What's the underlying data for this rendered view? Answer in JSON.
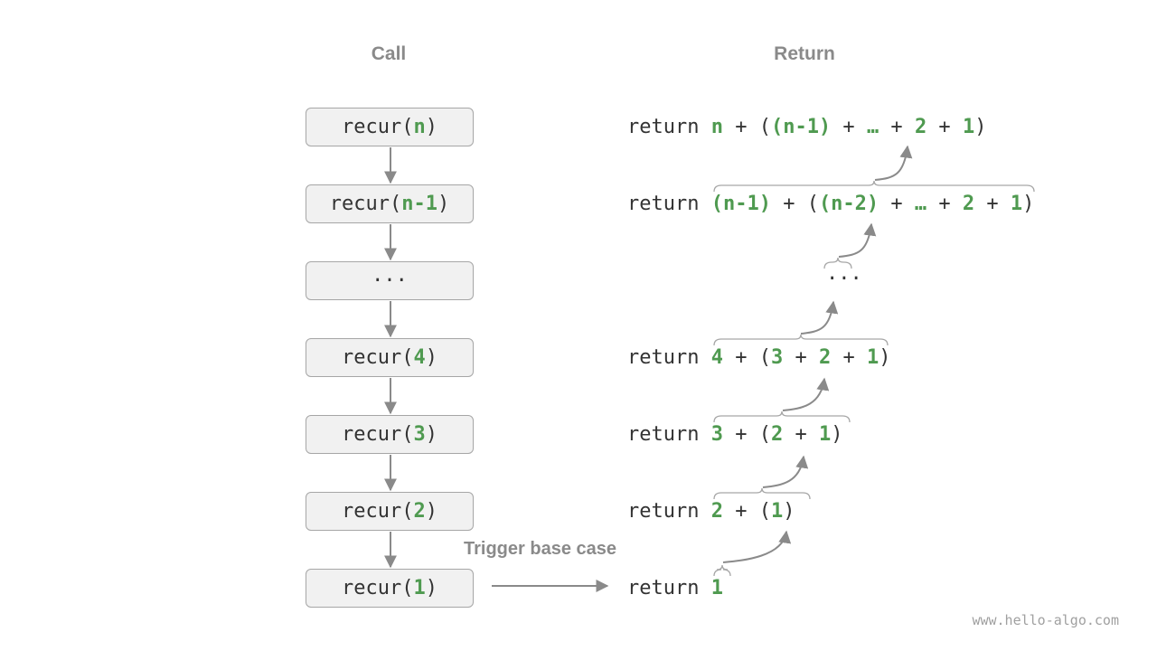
{
  "headings": {
    "call": "Call",
    "return": "Return"
  },
  "call_stack": [
    {
      "prefix": "recur(",
      "arg": "n",
      "suffix": ")"
    },
    {
      "prefix": "recur(",
      "arg": "n-1",
      "suffix": ")"
    },
    {
      "prefix": "",
      "arg": "",
      "suffix": "···"
    },
    {
      "prefix": "recur(",
      "arg": "4",
      "suffix": ")"
    },
    {
      "prefix": "recur(",
      "arg": "3",
      "suffix": ")"
    },
    {
      "prefix": "recur(",
      "arg": "2",
      "suffix": ")"
    },
    {
      "prefix": "recur(",
      "arg": "1",
      "suffix": ")"
    }
  ],
  "return_lines": [
    [
      {
        "t": "return ",
        "hl": false
      },
      {
        "t": "n",
        "hl": true
      },
      {
        "t": " + (",
        "hl": false
      },
      {
        "t": "(n-1)",
        "hl": true
      },
      {
        "t": " + ",
        "hl": false
      },
      {
        "t": "…",
        "hl": true
      },
      {
        "t": " + ",
        "hl": false
      },
      {
        "t": "2",
        "hl": true
      },
      {
        "t": " + ",
        "hl": false
      },
      {
        "t": "1",
        "hl": true
      },
      {
        "t": ")",
        "hl": false
      }
    ],
    [
      {
        "t": "return ",
        "hl": false
      },
      {
        "t": "(n-1)",
        "hl": true
      },
      {
        "t": " + (",
        "hl": false
      },
      {
        "t": "(n-2)",
        "hl": true
      },
      {
        "t": " + ",
        "hl": false
      },
      {
        "t": "…",
        "hl": true
      },
      {
        "t": " + ",
        "hl": false
      },
      {
        "t": "2",
        "hl": true
      },
      {
        "t": " + ",
        "hl": false
      },
      {
        "t": "1",
        "hl": true
      },
      {
        "t": ")",
        "hl": false
      }
    ],
    [
      {
        "t": "return ",
        "hl": false
      },
      {
        "t": "4",
        "hl": true
      },
      {
        "t": " + (",
        "hl": false
      },
      {
        "t": "3",
        "hl": true
      },
      {
        "t": " + ",
        "hl": false
      },
      {
        "t": "2",
        "hl": true
      },
      {
        "t": " + ",
        "hl": false
      },
      {
        "t": "1",
        "hl": true
      },
      {
        "t": ")",
        "hl": false
      }
    ],
    [
      {
        "t": "return ",
        "hl": false
      },
      {
        "t": "3",
        "hl": true
      },
      {
        "t": " + (",
        "hl": false
      },
      {
        "t": "2",
        "hl": true
      },
      {
        "t": " + ",
        "hl": false
      },
      {
        "t": "1",
        "hl": true
      },
      {
        "t": ")",
        "hl": false
      }
    ],
    [
      {
        "t": "return ",
        "hl": false
      },
      {
        "t": "2",
        "hl": true
      },
      {
        "t": " + (",
        "hl": false
      },
      {
        "t": "1",
        "hl": true
      },
      {
        "t": ")",
        "hl": false
      }
    ],
    [
      {
        "t": "return ",
        "hl": false
      },
      {
        "t": "1",
        "hl": true
      }
    ]
  ],
  "return_ellipsis": "···",
  "trigger_label": "Trigger base case",
  "watermark": "www.hello-algo.com",
  "colors": {
    "highlight": "#4f9a50",
    "text": "#333333",
    "arrow": "#8a8a8a",
    "box_fill": "#f1f1f1",
    "box_border": "#a6a6a6"
  }
}
